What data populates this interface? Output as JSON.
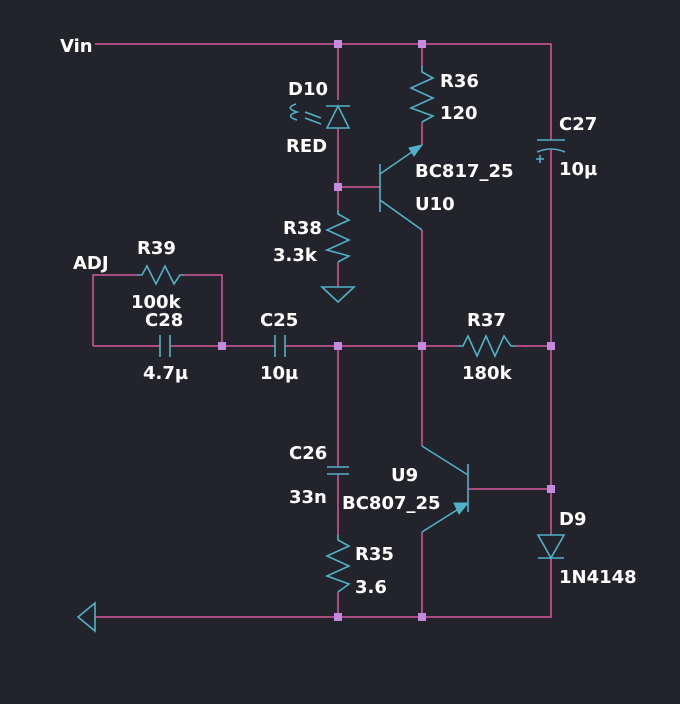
{
  "net_labels": {
    "vin": "Vin",
    "adj": "ADJ"
  },
  "components": {
    "d10": {
      "ref": "D10",
      "value": "RED"
    },
    "r36": {
      "ref": "R36",
      "value": "120"
    },
    "c27": {
      "ref": "C27",
      "value": "10µ"
    },
    "u10": {
      "ref": "U10",
      "value": "BC817_25"
    },
    "r38": {
      "ref": "R38",
      "value": "3.3k"
    },
    "r39": {
      "ref": "R39",
      "value": "100k"
    },
    "c28": {
      "ref": "C28",
      "value": "4.7µ"
    },
    "c25": {
      "ref": "C25",
      "value": "10µ"
    },
    "r37": {
      "ref": "R37",
      "value": "180k"
    },
    "c26": {
      "ref": "C26",
      "value": "33n"
    },
    "u9": {
      "ref": "U9",
      "value": "BC807_25"
    },
    "d9": {
      "ref": "D9",
      "value": "1N4148"
    },
    "r35": {
      "ref": "R35",
      "value": "3.6"
    }
  },
  "colors": {
    "background": "#23232b",
    "wire": "#d55a9c",
    "component": "#4fb2c8",
    "junction": "#c48ae0",
    "label": "#ffffff"
  }
}
